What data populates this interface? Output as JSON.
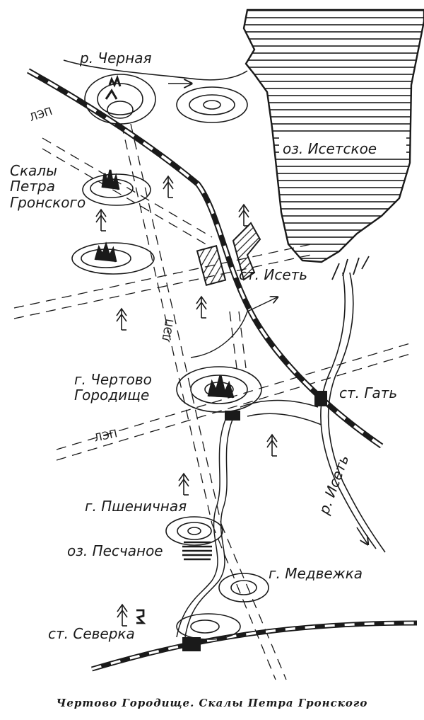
{
  "map": {
    "labels": {
      "river_chernaya": "р. Черная",
      "lake_isetskoe": "оз. Исетское",
      "rocks_gronsky": "Скалы\nПетра\nГронского",
      "station_iset": "ст. Исеть",
      "mount_chertovo": "г. Чертово\nГородище",
      "station_gat": "ст. Гать",
      "river_iset": "р. Исеть",
      "mount_pshenichnaya": "г. Пшеничная",
      "lake_peschanoe": "оз. Песчаное",
      "mount_medvezhka": "г. Медвежка",
      "station_severka": "ст. Северка",
      "lep_1": "ЛЭП",
      "lep_2": "ЛЭП",
      "lep_3": "ЛЭП"
    },
    "icons": [
      "tree-icon",
      "rock-icon",
      "building-icon",
      "railway-icon",
      "arrow-icon"
    ]
  },
  "caption": "Чертово Городище. Скалы Петра Гронского"
}
